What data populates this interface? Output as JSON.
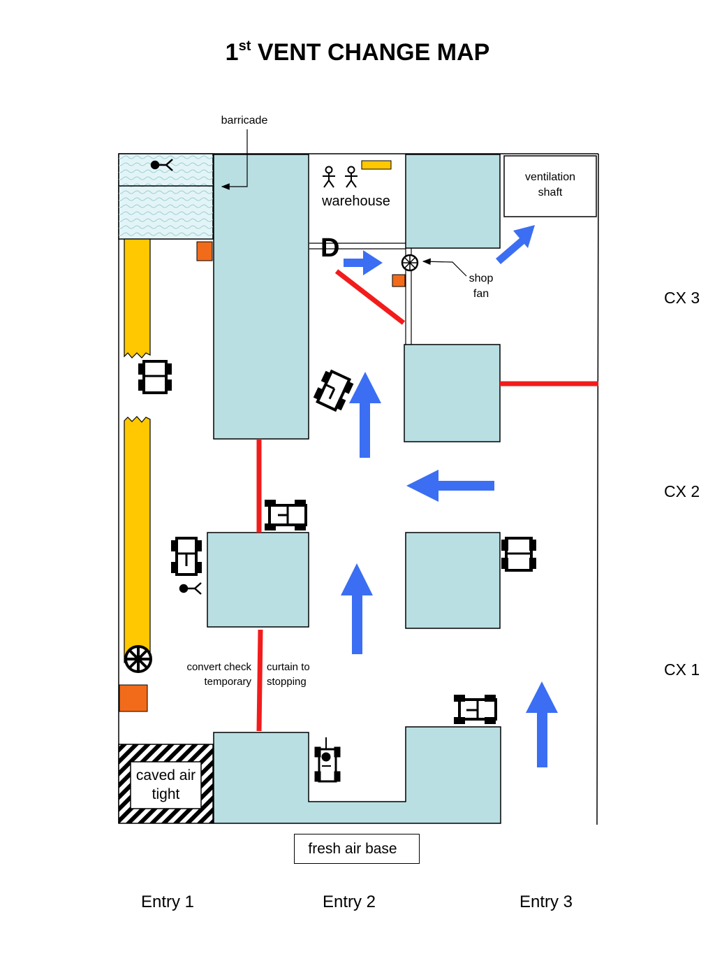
{
  "title": {
    "main": "VENT CHANGE MAP",
    "number": "1",
    "ordinal": "st"
  },
  "labels": {
    "barricade": "barricade",
    "warehouse": "warehouse",
    "ventilation_shaft": "ventilation shaft",
    "shop_fan": "shop fan",
    "door_marker": "D",
    "convert_check": "convert check temporary",
    "curtain_to": "curtain to stopping",
    "caved": "caved air tight",
    "fresh_air_base": "fresh air base"
  },
  "crosscuts": [
    "CX 3",
    "CX 2",
    "CX 1"
  ],
  "entries": [
    "Entry 1",
    "Entry 2",
    "Entry 3"
  ],
  "colors": {
    "pillar": "#b9dfe3",
    "arrow": "#3b6ef2",
    "stopping": "#f21c1c",
    "belt": "#ffc800",
    "orange_box": "#f26b1a",
    "outline": "#000000"
  },
  "icons": [
    "person-icon",
    "miner-icon",
    "fan-icon",
    "vehicle-icon",
    "arrow-icon",
    "door-icon"
  ]
}
